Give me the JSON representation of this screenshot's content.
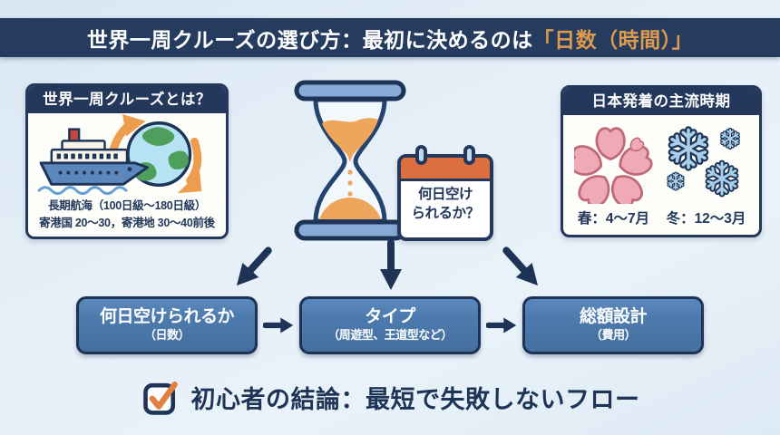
{
  "header": {
    "title_prefix": "世界一周クルーズの選び方：最初に決めるのは",
    "title_highlight": "「日数（時間）」"
  },
  "left_card": {
    "title": "世界一周クルーズとは？",
    "line1": "長期航海（100日級〜180日級）",
    "line2": "寄港国 20〜30，寄港地 30〜40前後"
  },
  "center": {
    "calendar_line1": "何日空け",
    "calendar_line2": "られるか？"
  },
  "right_card": {
    "title": "日本発着の主流時期",
    "spring_label": "春：4〜7月",
    "winter_label": "冬：12〜3月"
  },
  "flow": {
    "steps": [
      {
        "label": "何日空けられるか",
        "sub": "（日数）"
      },
      {
        "label": "タイプ",
        "sub": "（周遊型、王道型など）"
      },
      {
        "label": "総額設計",
        "sub": "（費用）"
      }
    ]
  },
  "conclusion": {
    "text": "初心者の結論：最短で失敗しないフロー"
  },
  "icons": {
    "ship": "cruise-ship",
    "globe": "earth-globe",
    "circulation_arrows": "orange-curved-arrows",
    "hourglass": "hourglass-with-sand",
    "calendar": "calendar-page",
    "sakura": "cherry-blossom",
    "snowflake": "snowflake",
    "checkbox": "checked-checkbox",
    "down_arrow": "down-arrow",
    "right_arrow": "right-arrow"
  },
  "colors": {
    "background": "#e3eef7",
    "header_bar": "#253c5f",
    "header_highlight": "#dc9a4f",
    "card_border": "#24385c",
    "card_header_bg": "#24385c",
    "step_fill": "#4d7bae",
    "step_border": "#1c3356",
    "arrow_navy": "#1e3456",
    "calendar_header": "#dd6f3e",
    "sand_orange": "#eda65b",
    "check_orange": "#df8140",
    "sakura_pink": "#f0aab6",
    "snowflake_blue": "#a9d0e8",
    "text_navy": "#24385c"
  }
}
